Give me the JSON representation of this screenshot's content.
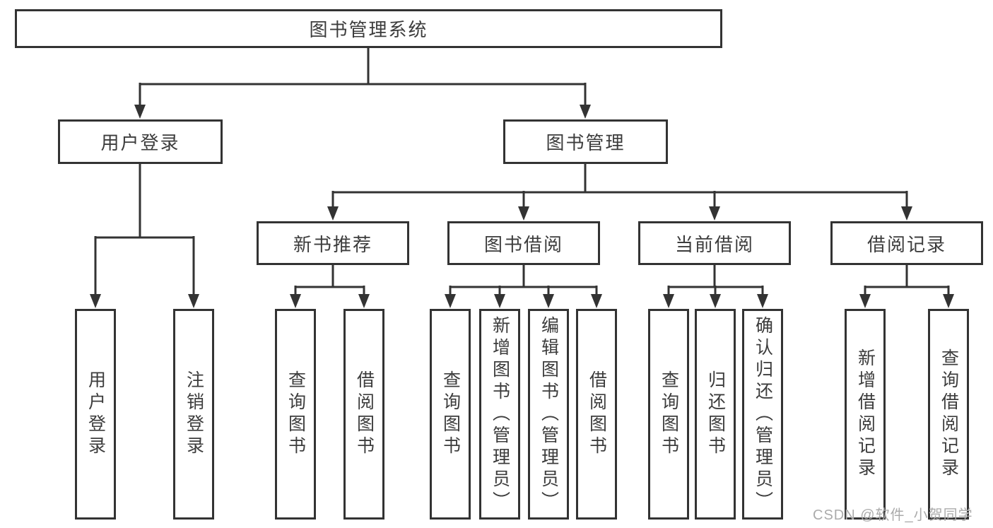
{
  "diagram": {
    "root": "图书管理系统",
    "level2": [
      "用户登录",
      "图书管理"
    ],
    "level3": [
      "新书推荐",
      "图书借阅",
      "当前借阅",
      "借阅记录"
    ],
    "leaves": {
      "login": [
        "用户登录",
        "注销登录"
      ],
      "new_books": [
        "查询图书",
        "借阅图书"
      ],
      "borrow": [
        "查询图书",
        "新增图书（管理员）",
        "编辑图书（管理员）",
        "借阅图书"
      ],
      "current": [
        "查询图书",
        "归还图书",
        "确认归还（管理员）"
      ],
      "records": [
        "新增借阅记录",
        "查询借阅记录"
      ]
    }
  },
  "watermark": {
    "text": "CSDN @软件_小贺同学"
  },
  "colors": {
    "line": "#333333",
    "text": "#3c3c3c",
    "watermark": "#ababab",
    "background": "#ffffff"
  }
}
